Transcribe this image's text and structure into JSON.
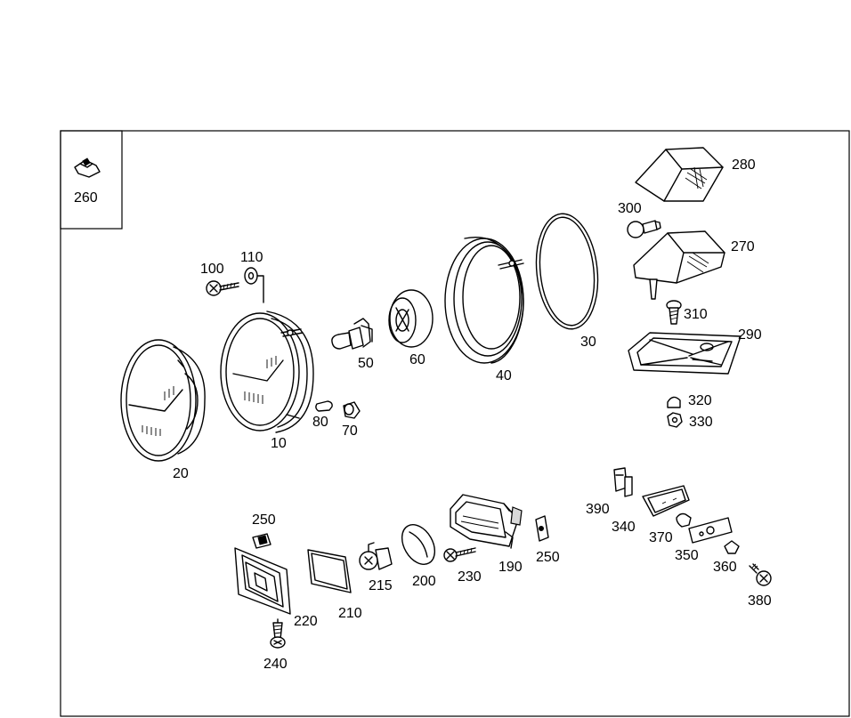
{
  "inset_label": "260",
  "parts": {
    "p10": "10",
    "p20": "20",
    "p30": "30",
    "p40": "40",
    "p50": "50",
    "p60": "60",
    "p70": "70",
    "p80": "80",
    "p100": "100",
    "p110": "110",
    "p190": "190",
    "p200": "200",
    "p210": "210",
    "p215": "215",
    "p220": "220",
    "p230": "230",
    "p240": "240",
    "p250a": "250",
    "p250b": "250",
    "p270": "270",
    "p280": "280",
    "p290": "290",
    "p300": "300",
    "p310": "310",
    "p320": "320",
    "p330": "330",
    "p340": "340",
    "p350": "350",
    "p360": "360",
    "p370": "370",
    "p380": "380",
    "p390": "390"
  }
}
